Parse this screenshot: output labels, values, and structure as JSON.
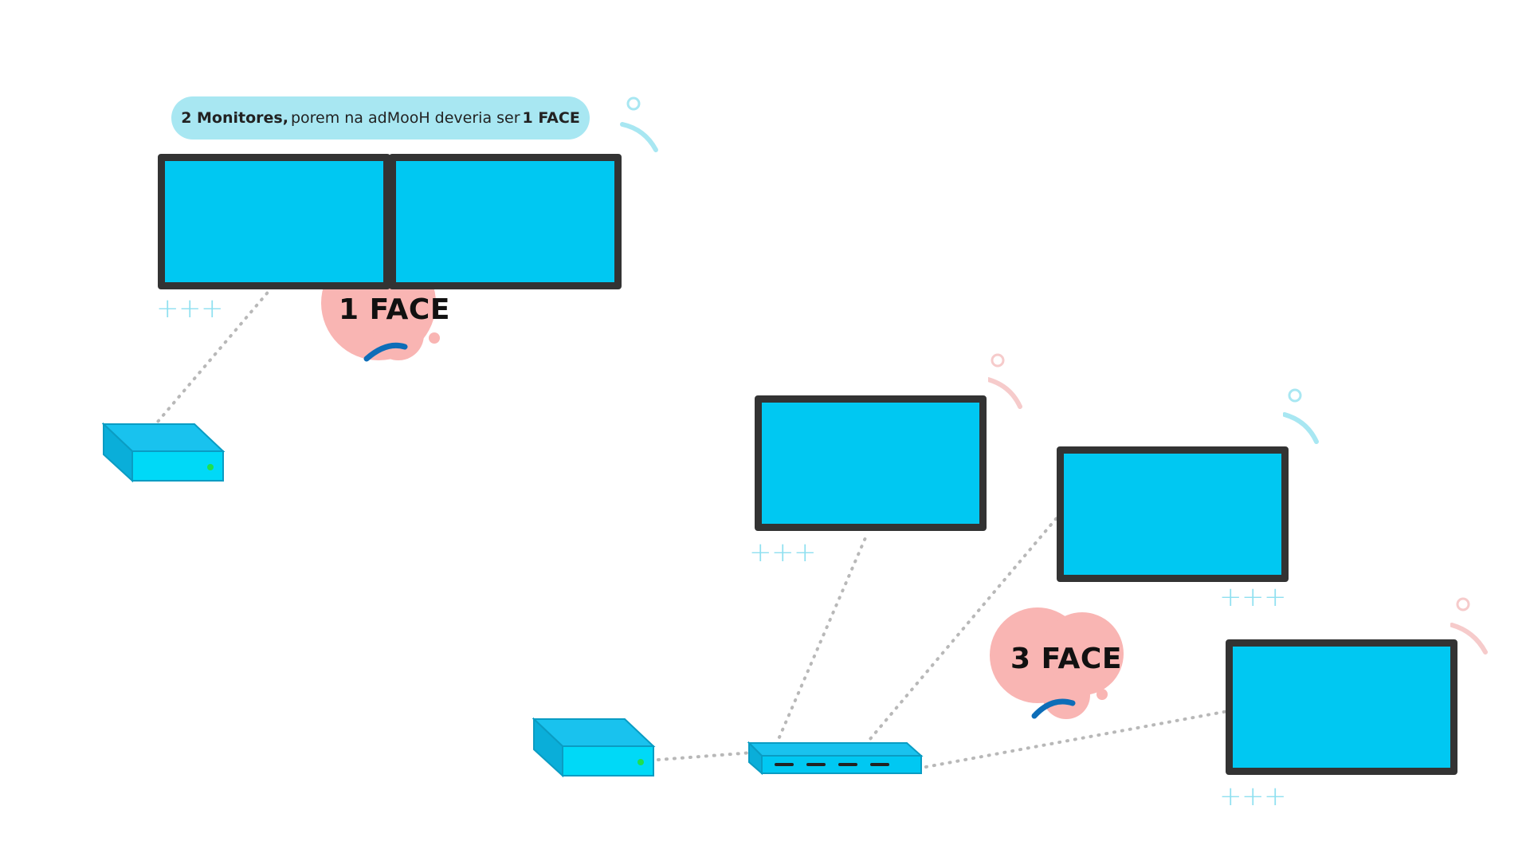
{
  "callout": {
    "part1_bold": "2 Monitores,",
    "part2": "porem na adMooH deveria ser",
    "part3_bold": "1 FACE"
  },
  "badges": {
    "face_one": "1 FACE",
    "face_three": "3 FACE"
  },
  "decor": {
    "plus_glyph": "+"
  },
  "colors": {
    "screen": "#00c8f2",
    "bezel": "#333333",
    "callout_bg": "#a8e7f2",
    "badge_pink": "#f9b5b3",
    "swoosh_blue": "#0d6db8",
    "connector": "#b8b8b8"
  },
  "icons": [
    "player-box-icon",
    "splitter-icon",
    "person-doodle-icon"
  ]
}
